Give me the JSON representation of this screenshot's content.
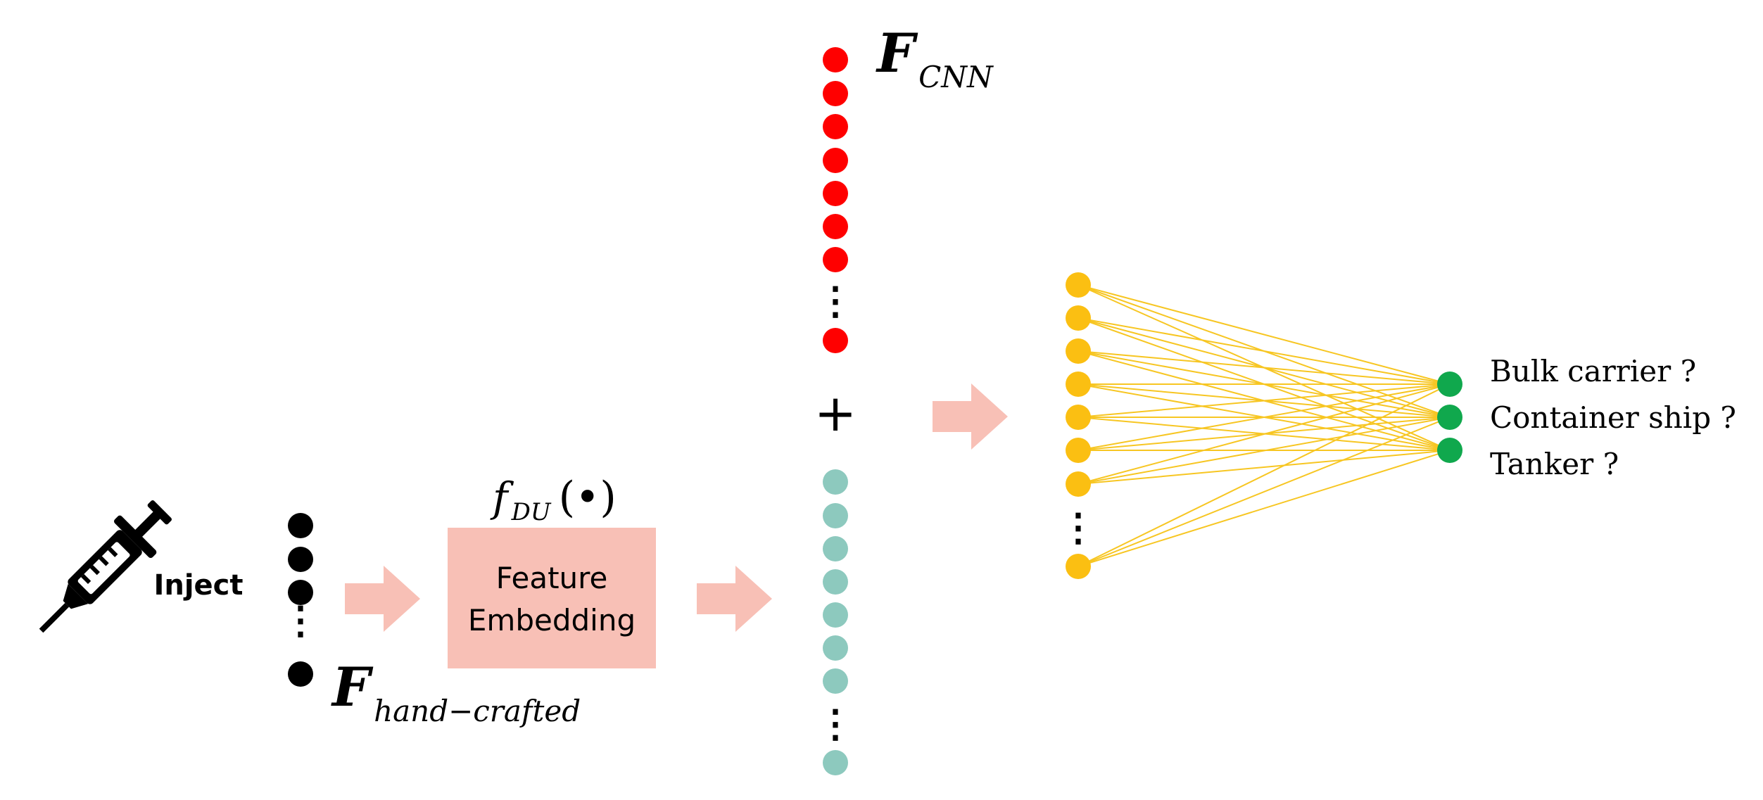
{
  "inject_label": "Inject",
  "hand_crafted_symbol": "F",
  "hand_crafted_subscript": "hand−crafted",
  "cnn_symbol": "F",
  "cnn_subscript": "CNN",
  "embedding": {
    "function_symbol": "f",
    "function_subscript": "DU",
    "function_arg": "(•)",
    "box_line1": "Feature",
    "box_line2": "Embedding"
  },
  "plus_sign": "+",
  "ellipsis_glyph": "⋮",
  "outputs": [
    "Bulk carrier ?",
    "Container ship ?",
    "Tanker ?"
  ],
  "colors": {
    "cnn_nodes": "#ff0000",
    "hand_crafted_nodes": "#8dc9be",
    "input_nodes": "#000000",
    "hidden_nodes": "#fbbf12",
    "output_nodes": "#10a84d",
    "arrows_and_box": "#f8c0b6",
    "connections": "#f7c622"
  },
  "icons": {
    "syringe": "syringe-icon"
  }
}
